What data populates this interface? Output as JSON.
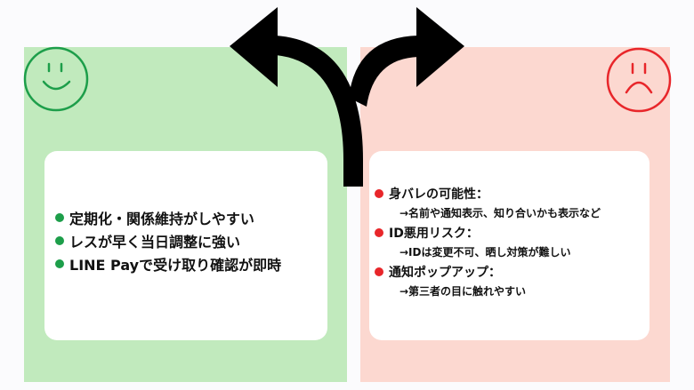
{
  "merit": {
    "title": "メリット",
    "color": "#1d9e4a",
    "items": [
      "定期化・関係維持がしやすい",
      "レスが早く当日調整に強い",
      "LINE Payで受け取り確認が即時"
    ]
  },
  "demerit": {
    "title": "デメリット",
    "color": "#e8262a",
    "items": [
      {
        "label": "身バレの可能性：",
        "detail": "→名前や通知表示、知り合いかも表示など"
      },
      {
        "label": "ID悪用リスク：",
        "detail": "→IDは変更不可、晒し対策が難しい"
      },
      {
        "label": "通知ポップアップ：",
        "detail": "→第三者の目に触れやすい"
      }
    ]
  }
}
